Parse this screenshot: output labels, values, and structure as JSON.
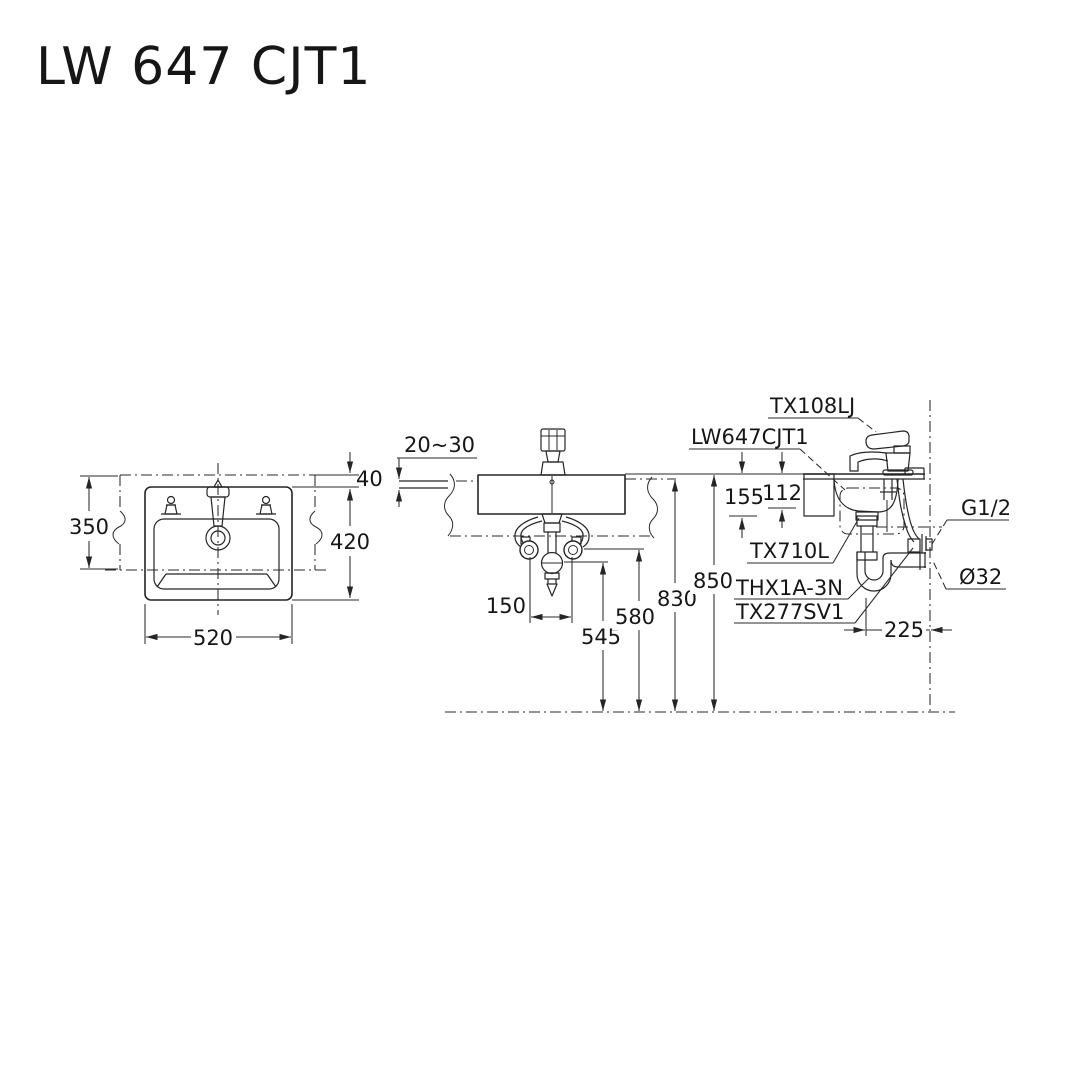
{
  "title": "LW 647 CJT1",
  "drawing": {
    "plan": {
      "dim_depth": "350",
      "dim_rim_offset": "40",
      "dim_height": "420",
      "dim_width": "520"
    },
    "front": {
      "dim_counter_thickness": "20~30",
      "dim_supply_spread": "150",
      "dim_drain_height": "545",
      "dim_valve_height": "580",
      "dim_counter_bottom_height": "830",
      "dim_counter_top_height": "850"
    },
    "side": {
      "label_faucet": "TX108LJ",
      "label_lavatory": "LW647CJT1",
      "label_pop_up": "TX710L",
      "label_trap": "THX1A-3N",
      "label_stop_valve": "TX277SV1",
      "label_supply_thread": "G1/2",
      "label_waste_diameter": "Ø32",
      "dim_deck_to_supply": "155",
      "dim_deck_to_drain": "112",
      "dim_trap_to_wall": "225"
    }
  }
}
